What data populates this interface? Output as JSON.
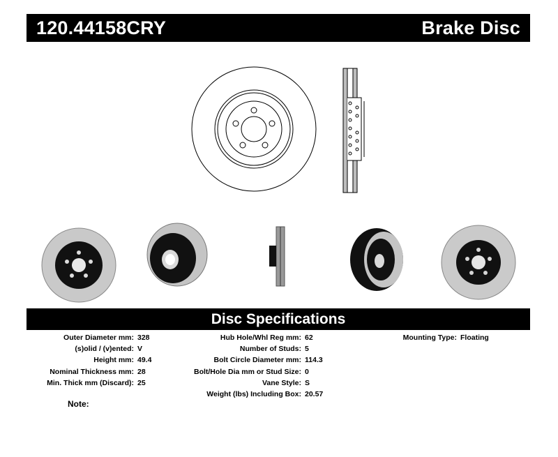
{
  "header": {
    "part_number": "120.44158CRY",
    "product_type": "Brake Disc"
  },
  "specs_title": "Disc Specifications",
  "specs": {
    "column1": [
      {
        "label": "Outer Diameter mm:",
        "value": "328"
      },
      {
        "label": "(s)olid / (v)ented:",
        "value": "V"
      },
      {
        "label": "Height mm:",
        "value": "49.4"
      },
      {
        "label": "Nominal Thickness mm:",
        "value": "28"
      },
      {
        "label": "Min. Thick mm (Discard):",
        "value": "25"
      }
    ],
    "column2": [
      {
        "label": "Hub Hole/Whl Reg mm:",
        "value": "62"
      },
      {
        "label": "Number of Studs:",
        "value": "5"
      },
      {
        "label": "Bolt Circle Diameter mm:",
        "value": "114.3"
      },
      {
        "label": "Bolt/Hole Dia mm or Stud Size:",
        "value": "0"
      },
      {
        "label": "Vane Style:",
        "value": "S"
      },
      {
        "label": "Weight (lbs) Including Box:",
        "value": "20.57"
      }
    ],
    "column3": [
      {
        "label": "Mounting Type:",
        "value": "Floating"
      }
    ]
  },
  "note_label": "Note:",
  "colors": {
    "bar_background": "#000000",
    "bar_text": "#ffffff",
    "rotor_face": "#c8c8c8",
    "rotor_hat": "#111111"
  }
}
